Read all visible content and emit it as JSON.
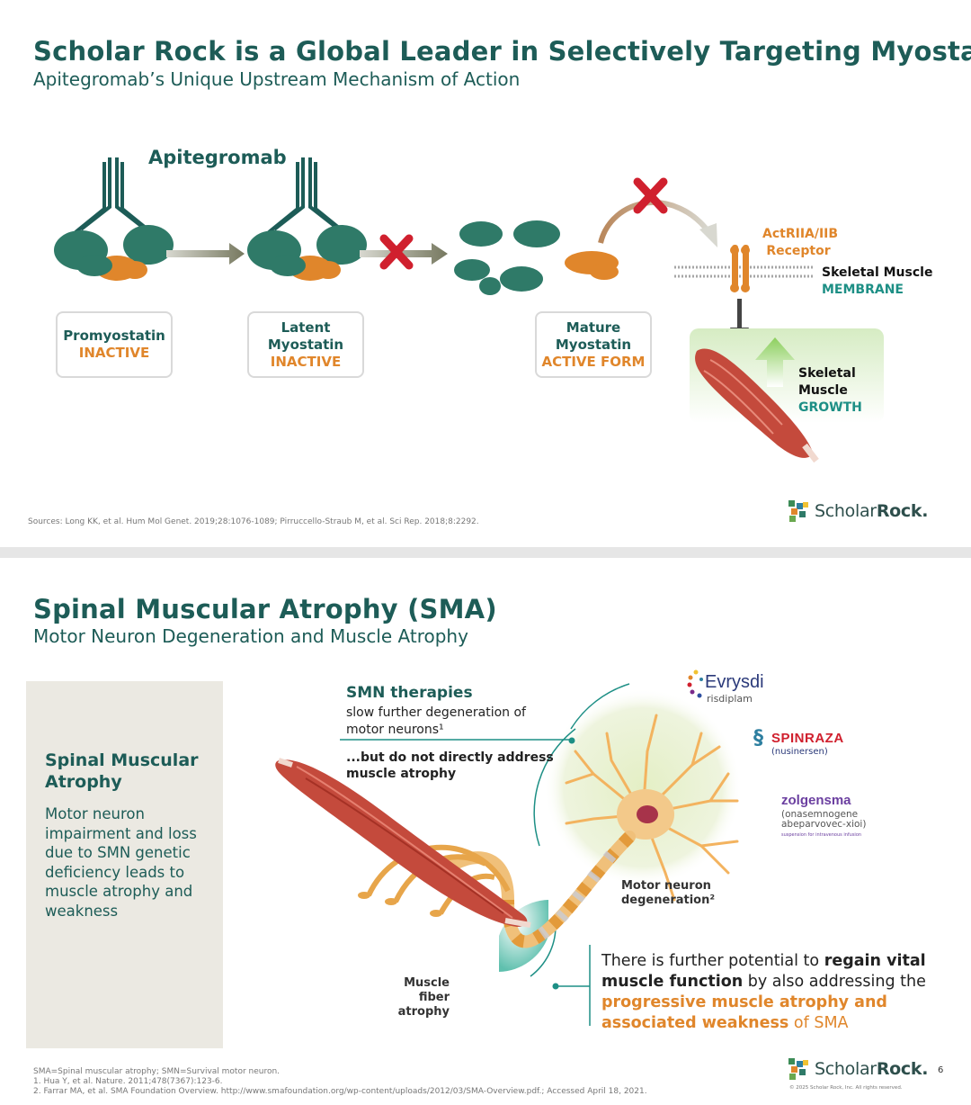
{
  "slide1": {
    "title": "Scholar Rock is a Global Leader in Selectively Targeting Myostatin",
    "subtitle": "Apitegromab’s Unique Upstream Mechanism of Action",
    "drug_label": "Apitegromab",
    "boxes": [
      {
        "line1": "Promyostatin",
        "line2": "",
        "status": "INACTIVE"
      },
      {
        "line1": "Latent",
        "line2": "Myostatin",
        "status": "INACTIVE"
      },
      {
        "line1": "Mature",
        "line2": "Myostatin",
        "status": "ACTIVE FORM"
      }
    ],
    "receptor": {
      "line1": "ActRIIA/IIB",
      "line2": "Receptor"
    },
    "membrane": {
      "line1": "Skeletal Muscle",
      "line2": "MEMBRANE"
    },
    "growth": {
      "line1": "Skeletal",
      "line2": "Muscle",
      "line3": "GROWTH"
    },
    "sources": "Sources: Long KK, et al. Hum Mol Genet. 2019;28:1076-1089; Pirruccello-Straub M, et al. Sci Rep. 2018;8:2292.",
    "logo": {
      "part1": "Scholar",
      "part2": "Rock."
    }
  },
  "slide2": {
    "title": "Spinal Muscular Atrophy (SMA)",
    "subtitle": "Motor Neuron Degeneration and Muscle Atrophy",
    "panel": {
      "heading_line1": "Spinal Muscular",
      "heading_line2": "Atrophy",
      "body": [
        "Motor neuron",
        "impairment and loss",
        "due to SMN genetic",
        "deficiency leads to",
        "muscle atrophy and",
        "weakness"
      ]
    },
    "smn": {
      "heading": "SMN therapies",
      "line1": "slow further degeneration of",
      "line2": "motor neurons¹",
      "but_line1": "...but do not directly address",
      "but_line2": "muscle atrophy"
    },
    "brands": {
      "evrysdi": "Evrysdi",
      "evrysdi_sub": "risdiplam",
      "spinraza": "SPINRAZA",
      "spinraza_sub": "(nusinersen)",
      "zolgensma": "zolgensma",
      "zolgensma_sub1": "(onasemnogene",
      "zolgensma_sub2": "abeparvovec-xioi)",
      "zolgensma_sub3": "suspension for intravenous infusion"
    },
    "motor_neuron_label": {
      "line1": "Motor neuron",
      "line2": "degeneration²"
    },
    "muscle_label": {
      "line1": "Muscle fiber",
      "line2": "atrophy"
    },
    "potential": {
      "p1": "There is further potential to ",
      "p1_bold": "regain vital",
      "p2_bold": "muscle function",
      "p2": " by also addressing the",
      "p3_orange_bold": "progressive muscle atrophy and",
      "p4_orange_bold": "associated weakness",
      "p4_orange": " of SMA"
    },
    "footnotes": [
      "SMA=Spinal muscular atrophy; SMN=Survival motor neuron.",
      "1. Hua Y, et al. Nature. 2011;478(7367):123-6.",
      "2. Farrar MA, et al. SMA Foundation Overview. http://www.smafoundation.org/wp-content/uploads/2012/03/SMA-Overview.pdf.; Accessed April 18, 2021."
    ],
    "page_number": "6",
    "copyright": "© 2025 Scholar Rock, Inc. All rights reserved.",
    "logo": {
      "part1": "Scholar",
      "part2": "Rock."
    }
  },
  "colors": {
    "teal_dark": "#1d5c57",
    "teal": "#1d8f85",
    "orange": "#e0862b",
    "red_x": "#d0202e",
    "muscle": "#c44a3c"
  }
}
